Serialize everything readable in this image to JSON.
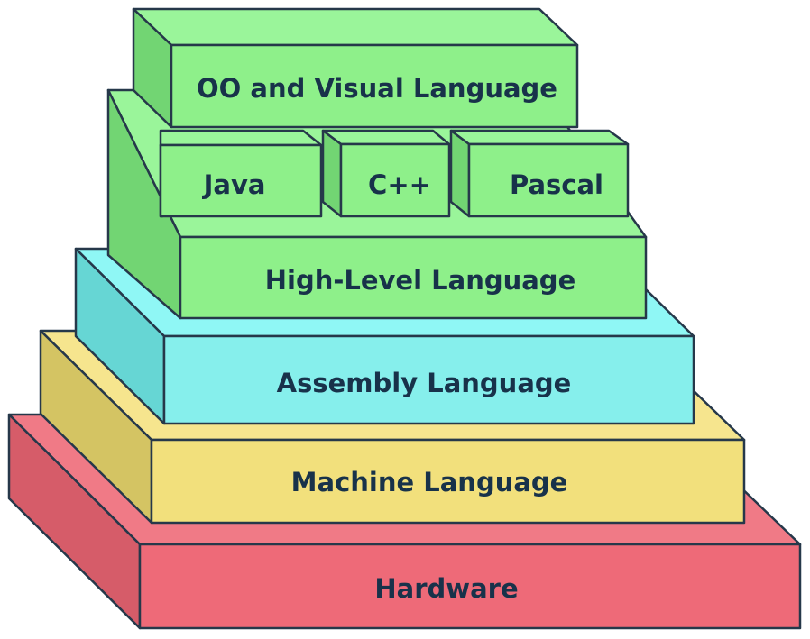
{
  "diagram": {
    "layers": [
      {
        "id": "hardware",
        "label": "Hardware"
      },
      {
        "id": "machine",
        "label": "Machine Language"
      },
      {
        "id": "assembly",
        "label": "Assembly Language"
      },
      {
        "id": "high-level",
        "label": "High-Level Language"
      },
      {
        "id": "java",
        "label": "Java"
      },
      {
        "id": "cpp",
        "label": "C++"
      },
      {
        "id": "pascal",
        "label": "Pascal"
      },
      {
        "id": "oo-visual",
        "label": "OO and Visual Language"
      }
    ],
    "colors": {
      "hardware": "#ee6a78",
      "machine": "#f2e07c",
      "assembly": "#86efec",
      "high_level": "#8ef08a",
      "text": "#18324a",
      "outline": "#26384a"
    }
  }
}
